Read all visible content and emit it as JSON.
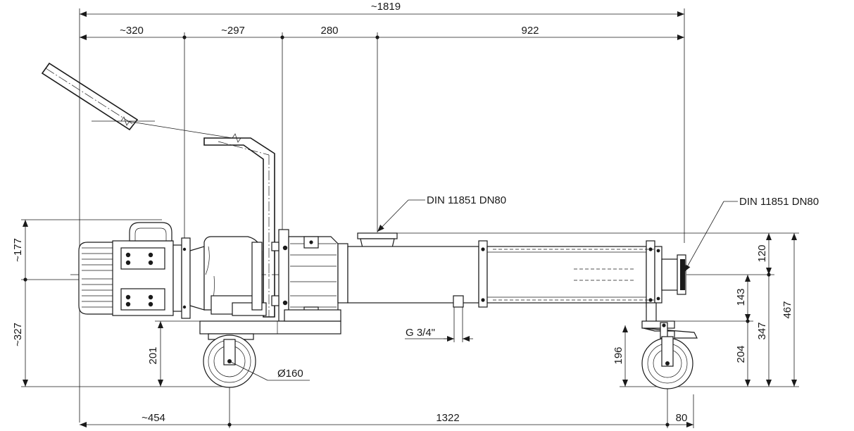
{
  "dimensions": {
    "overall_length": "~1819",
    "motor_section": "~320",
    "gear_section": "~297",
    "pump_section": "280",
    "tube_section": "922",
    "motor_height_top": "~177",
    "motor_height_bottom": "~327",
    "frame_height": "201",
    "wheel_diameter": "Ø160",
    "rear_offset": "~454",
    "wheelbase": "1322",
    "front_offset": "80",
    "port_height_top": "120",
    "axis_above_base": "143",
    "front_wheel_height": "196",
    "front_support_height": "204",
    "axis_height": "347",
    "total_height": "467"
  },
  "annotations": {
    "inlet_connection": "DIN 11851 DN80",
    "outlet_connection": "DIN 11851 DN80",
    "drain_thread": "G 3/4\""
  }
}
